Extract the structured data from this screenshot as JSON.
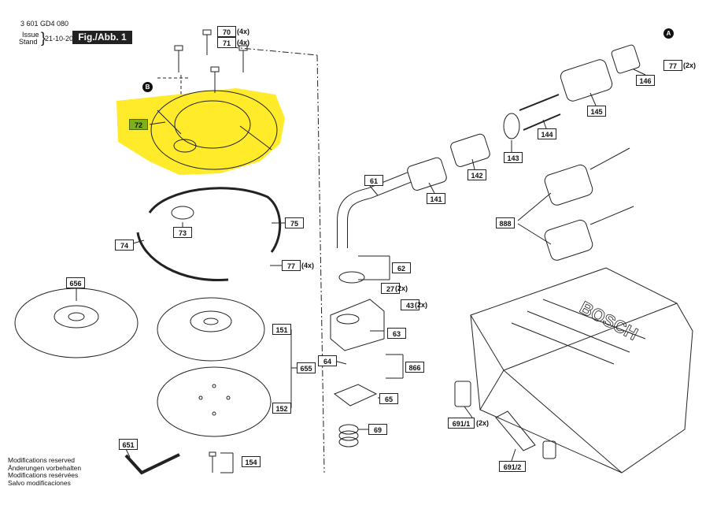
{
  "header": {
    "doc_number": "3 601 GD4 080",
    "issue_label_1": "Issue",
    "issue_label_2": "Stand",
    "issue_date": "21-10-20",
    "figure_label": "Fig./Abb. 1"
  },
  "callouts": {
    "a": "A",
    "b": "B"
  },
  "parts": {
    "p70": "70",
    "p71": "71",
    "p72": "72",
    "p73": "73",
    "p74": "74",
    "p75": "75",
    "p77a": "77",
    "p77b": "77",
    "p61": "61",
    "p62": "62",
    "p27": "27",
    "p43": "43",
    "p63": "63",
    "p64": "64",
    "p65": "65",
    "p69": "69",
    "p866": "866",
    "p141": "141",
    "p142": "142",
    "p143": "143",
    "p144": "144",
    "p145": "145",
    "p146": "146",
    "p888": "888",
    "p656": "656",
    "p151": "151",
    "p655": "655",
    "p152": "152",
    "p651": "651",
    "p154": "154",
    "p691_1": "691/1",
    "p691_2": "691/2"
  },
  "quantities": {
    "q70": "(4x)",
    "q71": "(4x)",
    "q77a": "(2x)",
    "q77b": "(4x)",
    "q27": "(2x)",
    "q43": "(2x)",
    "q691_1": "(2x)"
  },
  "case_brand": "BOSCH",
  "notes": [
    "Modifications reserved",
    "Änderungen vorbehalten",
    "Modifications resérvées",
    "Salvo modificaciones"
  ],
  "colors": {
    "highlight": "#ffeb2a",
    "highlight_label": "#7fb01a",
    "line": "#222222"
  }
}
